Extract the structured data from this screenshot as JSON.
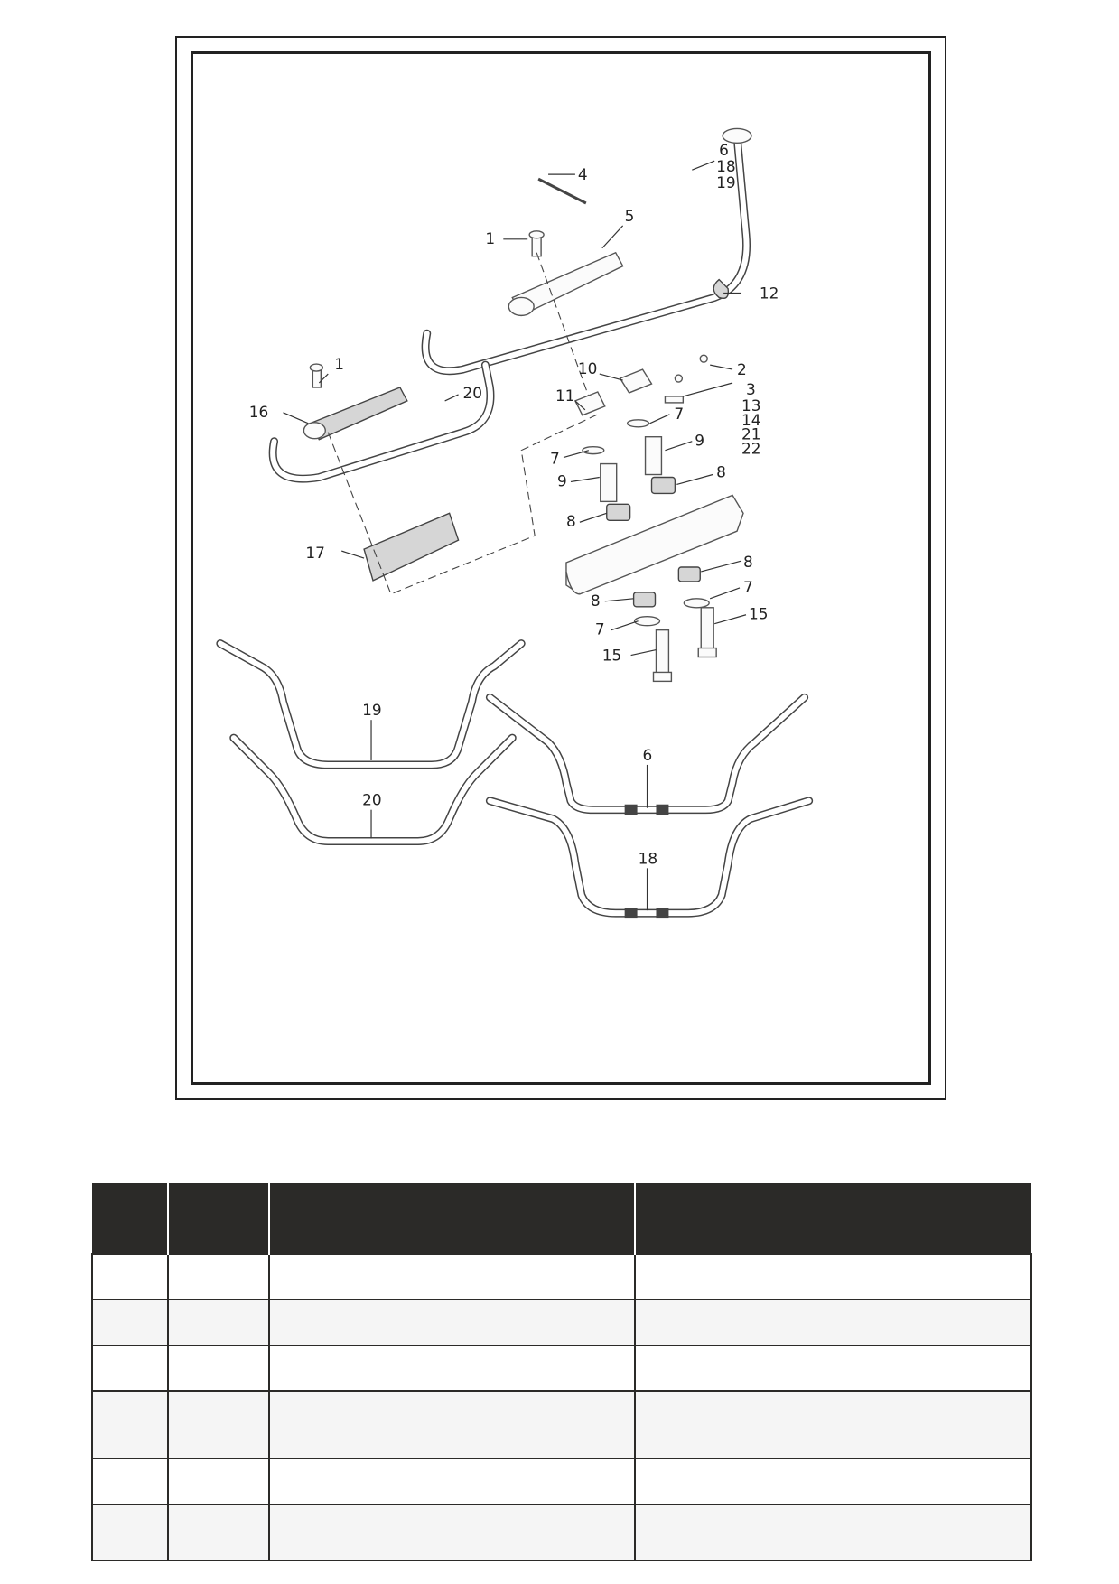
{
  "diagram": {
    "callouts": {
      "c1a": "1",
      "c1b": "1",
      "c2": "2",
      "c3": "3",
      "c4": "4",
      "c5": "5",
      "c6": "6",
      "c18": "18",
      "c19": "19",
      "c7a": "7",
      "c7b": "7",
      "c7c": "7",
      "c7d": "7",
      "c8a": "8",
      "c8b": "8",
      "c8c": "8",
      "c8d": "8",
      "c9a": "9",
      "c9b": "9",
      "c10": "10",
      "c11": "11",
      "c12": "12",
      "c13": "13",
      "c14": "14",
      "c21": "21",
      "c22": "22",
      "c15a": "15",
      "c15b": "15",
      "c16": "16",
      "c17": "17",
      "c20": "20",
      "bar19": "19",
      "bar20": "20",
      "bar6": "6",
      "bar18": "18"
    }
  },
  "table": {
    "columns": [
      "",
      "",
      "",
      ""
    ],
    "rows": [
      [
        "",
        "",
        "",
        ""
      ],
      [
        "",
        "",
        "",
        ""
      ],
      [
        "",
        "",
        "",
        ""
      ],
      [
        "",
        "",
        "",
        ""
      ],
      [
        "",
        "",
        "",
        ""
      ],
      [
        "",
        "",
        "",
        ""
      ]
    ]
  }
}
